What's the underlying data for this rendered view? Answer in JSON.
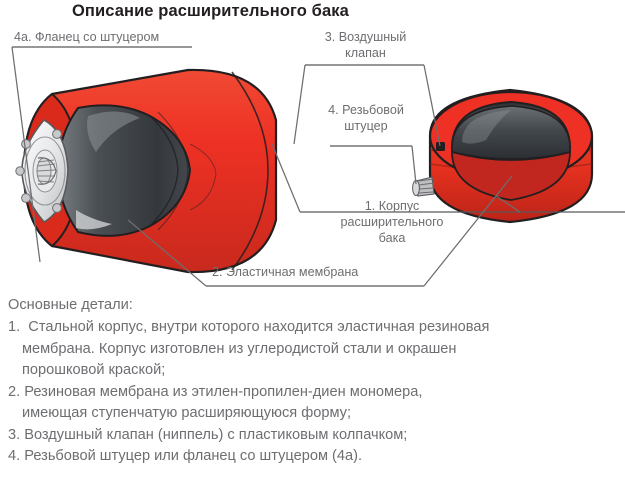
{
  "title": "Описание расширительного бака",
  "callouts": {
    "flange": "4а. Фланец со штуцером",
    "air_valve": "3. Воздушный\nклапан",
    "threaded_nipple": "4. Резьбовой\nштуцер",
    "tank_body": "1. Корпус\nрасширительного\nбака",
    "membrane": "2. Эластичная мембрана"
  },
  "body": {
    "heading": "Основные детали:",
    "items": [
      {
        "number": "1.",
        "lines": [
          "Стальной корпус, внутри которого находится эластичная резиновая",
          "мембрана. Корпус изготовлен из углеродистой стали и окрашен",
          "порошковой краской;"
        ]
      },
      {
        "number": "2.",
        "lines": [
          "Резиновая мембрана из этилен-пропилен-диен мономера,",
          "имеющая ступенчатую расширяющуюся форму;"
        ]
      },
      {
        "number": "3.",
        "lines": [
          "Воздушный клапан (ниппель) с пластиковым колпачком;"
        ]
      },
      {
        "number": "4.",
        "lines": [
          "Резьбовой штуцер или фланец со штуцером (4а)."
        ]
      }
    ]
  },
  "colors": {
    "tank_red": "#EE3124",
    "tank_red_dark": "#C1271F",
    "membrane_dark": "#3A3E42",
    "outline": "#231f20",
    "label_gray": "#6d6e71",
    "title_dark": "#231f20"
  },
  "icons": {
    "flange_bolt": "bolt-icon",
    "nipple": "threaded-nipple-icon",
    "air_valve": "air-valve-icon"
  }
}
